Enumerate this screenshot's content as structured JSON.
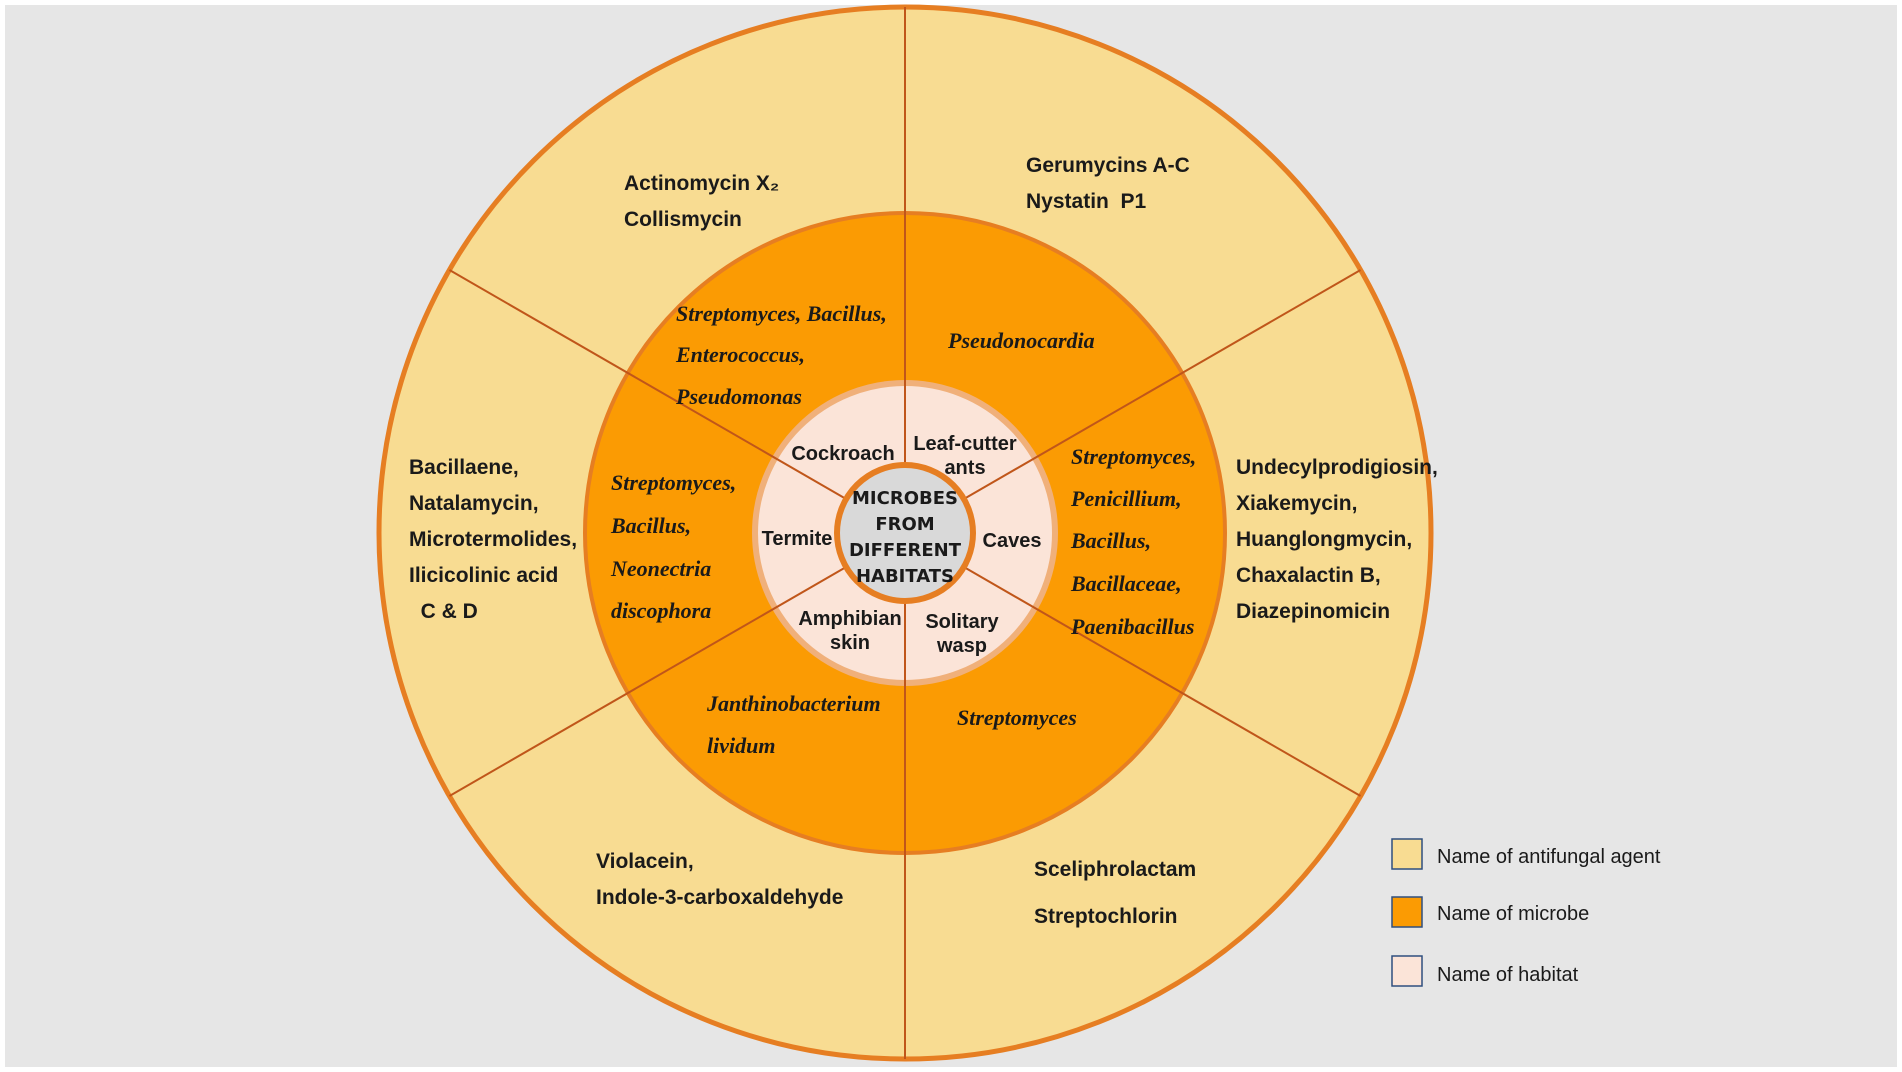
{
  "colors": {
    "background": "#e6e6e6",
    "agent_fill": "#f8dc92",
    "microbe_fill": "#fb9b03",
    "habitat_fill": "#fbe4d8",
    "center_fill": "#d9d9d9",
    "ring_stroke": "#e67e22",
    "divider_stroke": "#c0561a"
  },
  "center": {
    "lines": [
      "MICROBES",
      "FROM",
      "DIFFERENT",
      "HABITATS"
    ]
  },
  "sectors": [
    {
      "habitat": [
        "Cockroach"
      ],
      "microbes": [
        "Streptomyces, Bacillus,",
        "Enterococcus,",
        "Pseudomonas"
      ],
      "agents": [
        "Actinomycin X₂",
        "Collismycin"
      ]
    },
    {
      "habitat": [
        "Leaf-cutter",
        "ants"
      ],
      "microbes": [
        "Pseudonocardia"
      ],
      "agents": [
        "Gerumycins A-C",
        "Nystatin  P1"
      ]
    },
    {
      "habitat": [
        "Caves"
      ],
      "microbes": [
        "Streptomyces,",
        "Penicillium,",
        "Bacillus,",
        "Bacillaceae,",
        "Paenibacillus"
      ],
      "agents": [
        "Undecylprodigiosin,",
        "Xiakemycin,",
        "Huanglongmycin,",
        "Chaxalactin B,",
        "Diazepinomicin"
      ]
    },
    {
      "habitat": [
        "Solitary",
        "wasp"
      ],
      "microbes": [
        "Streptomyces"
      ],
      "agents": [
        "Sceliphrolactam",
        "Streptochlorin"
      ]
    },
    {
      "habitat": [
        "Amphibian",
        "skin"
      ],
      "microbes": [
        "Janthinobacterium",
        "lividum"
      ],
      "agents": [
        "Violacein,",
        "Indole-3-carboxaldehyde"
      ]
    },
    {
      "habitat": [
        "Termite"
      ],
      "microbes": [
        "Streptomyces,",
        "Bacillus,",
        "Neonectria",
        "discophora"
      ],
      "agents": [
        "Bacillaene,",
        "Natalamycin,",
        "Microtermolides,",
        "Ilicicolinic acid",
        "  C & D"
      ]
    }
  ],
  "legend": [
    {
      "label": "Name of antifungal agent",
      "color": "#f8dc92"
    },
    {
      "label": "Name of microbe",
      "color": "#fb9b03"
    },
    {
      "label": "Name of habitat",
      "color": "#fbe4d8"
    }
  ]
}
